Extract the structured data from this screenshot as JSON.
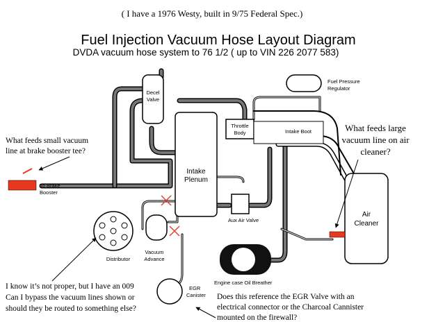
{
  "header": {
    "note": "( I have a 1976 Westy, built in 9/75 Federal Spec.)",
    "title": "Fuel Injection Vacuum Hose Layout Diagram",
    "subtitle": "DVDA vacuum hose system to 76 1/2 ( up to VIN 226 2077 583)"
  },
  "components": {
    "decel_valve": [
      "Decel",
      "Valve"
    ],
    "fuel_pressure_regulator": [
      "Fuel Pressure",
      "Regulator"
    ],
    "throttle_body": [
      "Throttle",
      "Body"
    ],
    "intake_boot": "Intake Boot",
    "intake_plenum": [
      "Intake",
      "Plenum"
    ],
    "brake_booster": [
      "To Brake",
      "Booster"
    ],
    "distributor": "Distributor",
    "vacuum_advance": [
      "Vacuum",
      "Advance"
    ],
    "aux_air_valve": "Aux Air Valve",
    "air_cleaner": [
      "Air",
      "Cleaner"
    ],
    "oil_breather": "Engine case Oil Breather",
    "egr_canister": [
      "EGR",
      "Canister"
    ]
  },
  "questions": {
    "small_vacuum": [
      "What feeds small vacuum",
      "line at brake booster tee?"
    ],
    "large_vacuum": [
      "What feeds large",
      "vacuum line on air",
      "cleaner?"
    ],
    "bypass": [
      "I know it’s not proper, but I have an 009",
      "Can I bypass the vacuum lines shown or",
      "should they be routed to something else?"
    ],
    "egr": [
      "Does this reference the EGR Valve with an",
      "electrical connector or the Charcoal Cannister",
      "mounted on the firewall?"
    ]
  },
  "colors": {
    "hose": "#555555",
    "outline": "#000000",
    "highlight": "#e8391e",
    "cross": "#e0442b"
  }
}
